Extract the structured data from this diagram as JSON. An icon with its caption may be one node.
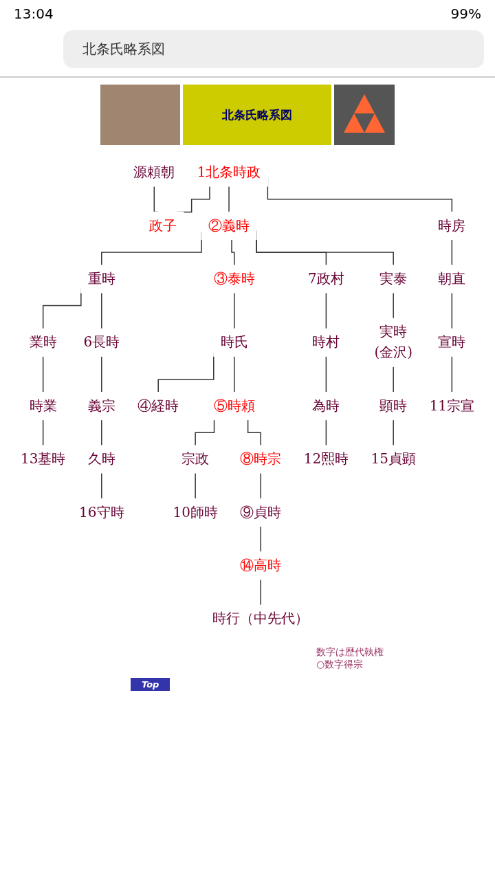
{
  "diagram": {
    "title": "北条氏略系図",
    "nodes": [
      {
        "text": [
          "1北条時政"
        ]
      },
      {
        "text": [
          "源頼朝"
        ]
      },
      {
        "text": [
          "政子"
        ]
      },
      {
        "text": [
          "②義時"
        ]
      },
      {
        "text": [
          "時房"
        ]
      },
      {
        "text": [
          "重時"
        ]
      },
      {
        "text": [
          "③泰時"
        ]
      },
      {
        "text": [
          "7政村"
        ]
      },
      {
        "text": [
          "実泰"
        ]
      },
      {
        "text": [
          "朝直"
        ]
      },
      {
        "text": [
          "業時"
        ]
      },
      {
        "text": [
          "6長時"
        ]
      },
      {
        "text": [
          "時氏"
        ]
      },
      {
        "text": [
          "時村"
        ]
      },
      {
        "text": [
          "実時",
          "(金沢)"
        ]
      },
      {
        "text": [
          "宣時"
        ]
      },
      {
        "text": [
          "時業"
        ]
      },
      {
        "text": [
          "義宗"
        ]
      },
      {
        "text": [
          "④経時"
        ]
      },
      {
        "text": [
          "⑤時頼"
        ]
      },
      {
        "text": [
          "為時"
        ]
      },
      {
        "text": [
          "顕時"
        ]
      },
      {
        "text": [
          "11宗宣"
        ]
      },
      {
        "text": [
          "13基時"
        ]
      },
      {
        "text": [
          "久時"
        ]
      },
      {
        "text": [
          "宗政"
        ]
      },
      {
        "text": [
          "⑧時宗"
        ]
      },
      {
        "text": [
          "12熙時"
        ]
      },
      {
        "text": [
          "15貞顕"
        ]
      },
      {
        "text": [
          "16守時"
        ]
      },
      {
        "text": [
          "10師時"
        ]
      },
      {
        "text": [
          "⑨貞時"
        ]
      },
      {
        "text": [
          "⑭高時"
        ]
      },
      {
        "text": [
          "時行（中先代）"
        ]
      }
    ],
    "edges": [
      {
        "from": 0,
        "to": 2,
        "arrow": "none"
      },
      {
        "from": 0,
        "to": 3,
        "arrow": "none"
      },
      {
        "from": 0,
        "to": 4,
        "arrow": "none"
      },
      {
        "from": 1,
        "to": 2,
        "arrow": "none"
      },
      {
        "from": 3,
        "to": 5,
        "arrow": "none"
      },
      {
        "from": 3,
        "to": 6,
        "arrow": "none"
      },
      {
        "from": 3,
        "to": 7,
        "arrow": "none"
      },
      {
        "from": 3,
        "to": 8,
        "arrow": "none"
      },
      {
        "from": 4,
        "to": 9,
        "arrow": "none"
      },
      {
        "from": 5,
        "to": 10,
        "arrow": "none"
      },
      {
        "from": 5,
        "to": 11,
        "arrow": "none"
      },
      {
        "from": 6,
        "to": 12,
        "arrow": "none"
      },
      {
        "from": 7,
        "to": 13,
        "arrow": "none"
      },
      {
        "from": 8,
        "to": 14,
        "arrow": "none"
      },
      {
        "from": 9,
        "to": 15,
        "arrow": "none"
      },
      {
        "from": 10,
        "to": 16,
        "arrow": "none"
      },
      {
        "from": 11,
        "to": 17,
        "arrow": "none"
      },
      {
        "from": 12,
        "to": 18,
        "arrow": "none"
      },
      {
        "from": 12,
        "to": 19,
        "arrow": "none"
      },
      {
        "from": 13,
        "to": 20,
        "arrow": "none"
      },
      {
        "from": 14,
        "to": 21,
        "arrow": "none"
      },
      {
        "from": 15,
        "to": 22,
        "arrow": "none"
      },
      {
        "from": 16,
        "to": 23,
        "arrow": "none"
      },
      {
        "from": 17,
        "to": 24,
        "arrow": "none"
      },
      {
        "from": 19,
        "to": 25,
        "arrow": "none"
      },
      {
        "from": 19,
        "to": 26,
        "arrow": "none"
      },
      {
        "from": 20,
        "to": 27,
        "arrow": "none"
      },
      {
        "from": 21,
        "to": 28,
        "arrow": "none"
      },
      {
        "from": 24,
        "to": 29,
        "arrow": "none"
      },
      {
        "from": 25,
        "to": 30,
        "arrow": "none"
      },
      {
        "from": 26,
        "to": 31,
        "arrow": "none"
      },
      {
        "from": 31,
        "to": 32,
        "arrow": "none"
      },
      {
        "from": 32,
        "to": 33,
        "arrow": "none"
      }
    ],
    "labels": [
      "13:04",
      "99%",
      "北条氏略系図",
      "数字は歴代執権",
      "○数字得宗",
      "Top"
    ]
  }
}
